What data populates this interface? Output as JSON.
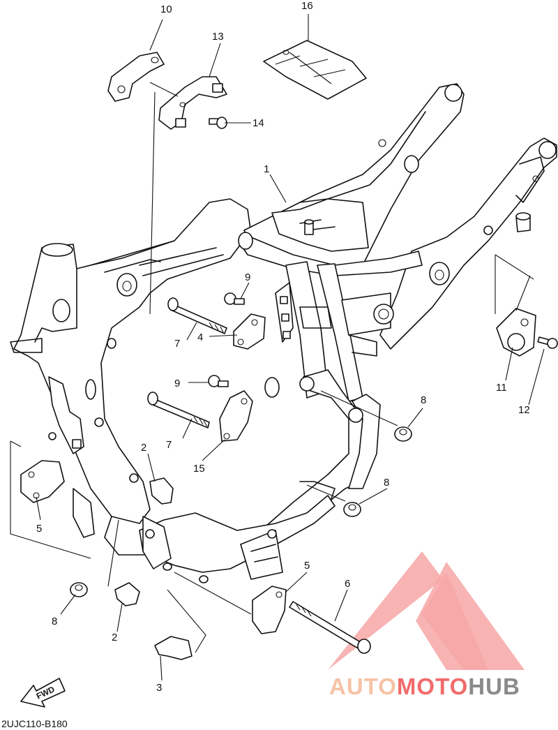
{
  "diagram": {
    "code": "2UJC110-B180",
    "fwd_label": "FWD",
    "callouts": [
      {
        "id": "c10",
        "label": "10"
      },
      {
        "id": "c16",
        "label": "16"
      },
      {
        "id": "c13",
        "label": "13"
      },
      {
        "id": "c14",
        "label": "14"
      },
      {
        "id": "c1",
        "label": "1"
      },
      {
        "id": "c9a",
        "label": "9"
      },
      {
        "id": "c7a",
        "label": "7"
      },
      {
        "id": "c4",
        "label": "4"
      },
      {
        "id": "c9b",
        "label": "9"
      },
      {
        "id": "c7b",
        "label": "7"
      },
      {
        "id": "c15",
        "label": "15"
      },
      {
        "id": "c2a",
        "label": "2"
      },
      {
        "id": "c5a",
        "label": "5"
      },
      {
        "id": "c8a",
        "label": "8"
      },
      {
        "id": "c8b",
        "label": "8"
      },
      {
        "id": "c11",
        "label": "11"
      },
      {
        "id": "c12",
        "label": "12"
      },
      {
        "id": "c5b",
        "label": "5"
      },
      {
        "id": "c6",
        "label": "6"
      },
      {
        "id": "c8c",
        "label": "8"
      },
      {
        "id": "c2b",
        "label": "2"
      },
      {
        "id": "c3",
        "label": "3"
      }
    ]
  },
  "watermark": {
    "part1": "AUTO",
    "part2": "MOTO",
    "part3": "HUB",
    "color_light": "#f6c3a6",
    "color_red": "#f26b6b",
    "color_gray": "#8a8a8a"
  }
}
